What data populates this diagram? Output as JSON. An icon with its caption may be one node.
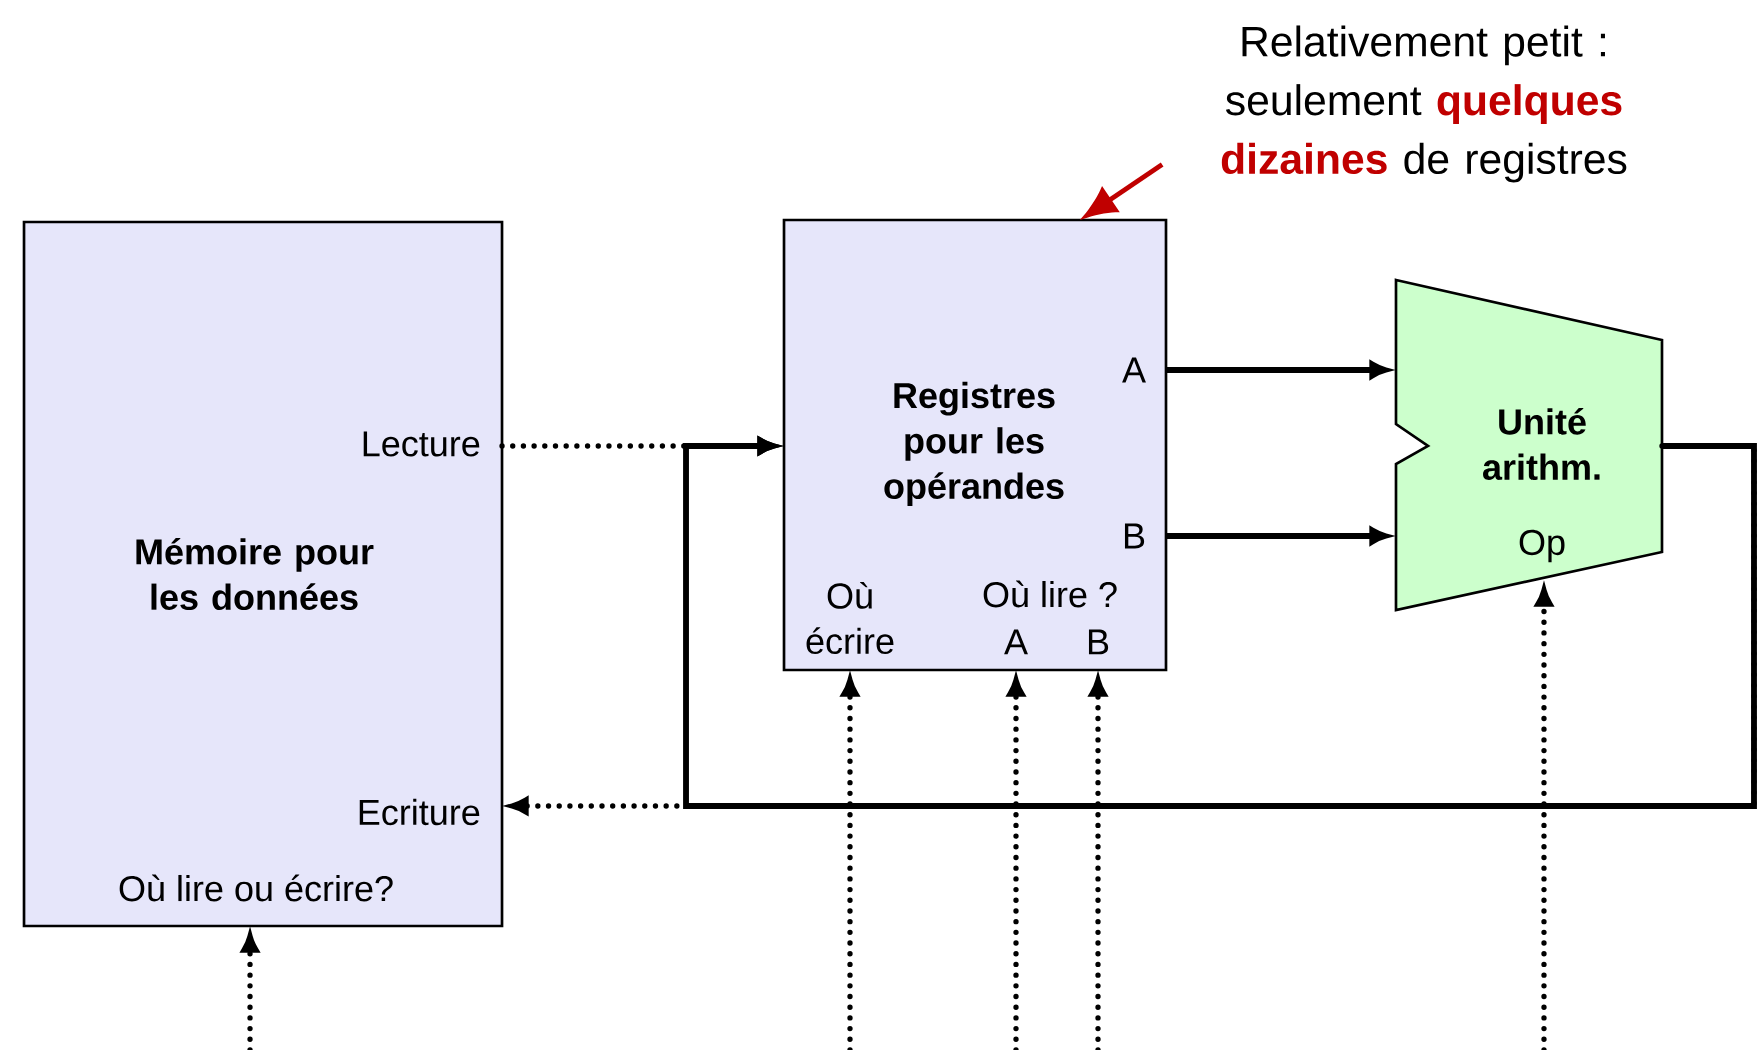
{
  "diagram": {
    "nodes": [
      {
        "text": [
          "Mémoire pour les données",
          "Lecture",
          "Ecriture",
          "Où lire ou écrire?"
        ]
      },
      {
        "text": [
          "Registres pour les opérandes",
          "A",
          "B",
          "Où écrire",
          "Où lire ?",
          "A",
          "B"
        ]
      },
      {
        "text": [
          "Unité arithm.",
          "Op"
        ]
      },
      {
        "text": [
          "Relativement petit : seulement **quelques dizaines** de registres"
        ]
      }
    ],
    "edges": [
      {
        "from": 0,
        "to": 1,
        "arrow": "to",
        "style": "dashed"
      },
      {
        "from": 2,
        "to": 1,
        "arrow": "to"
      },
      {
        "from": 2,
        "to": 0,
        "arrow": "to",
        "style": "dashed"
      },
      {
        "from": 1,
        "to": 2,
        "arrow": "to"
      },
      {
        "from": 1,
        "to": 2,
        "arrow": "to"
      },
      {
        "from": 3,
        "to": 1,
        "arrow": "to",
        "color": "#c00000"
      },
      {
        "from": null,
        "to": 0,
        "arrow": "to",
        "style": "dashed"
      },
      {
        "from": null,
        "to": 1,
        "arrow": "to",
        "style": "dashed"
      },
      {
        "from": null,
        "to": 1,
        "arrow": "to",
        "style": "dashed"
      },
      {
        "from": null,
        "to": 1,
        "arrow": "to",
        "style": "dashed"
      },
      {
        "from": null,
        "to": 2,
        "arrow": "to",
        "style": "dashed"
      }
    ]
  }
}
